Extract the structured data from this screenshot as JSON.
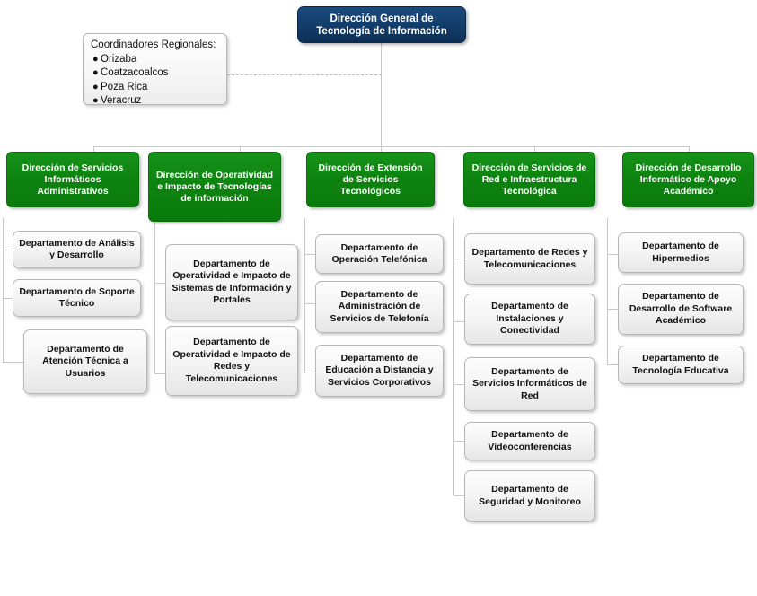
{
  "chart_title": "Organigrama - Direccion General de Tecnologia de Informacion",
  "colors": {
    "root_fill": "#123c68",
    "division_fill": "#0e8410",
    "department_fill": "#f4f4f4",
    "line": "#c8c8c8",
    "text_light": "#ffffff",
    "text_dark": "#111111",
    "background": "#ffffff"
  },
  "root": {
    "label": "Dirección General de Tecnología de Información"
  },
  "note": {
    "title": "Coordinadores Regionales:",
    "bullet_glyph": "●",
    "items": [
      {
        "label": "Orizaba"
      },
      {
        "label": "Coatzacoalcos"
      },
      {
        "label": "Poza Rica"
      },
      {
        "label": "Veracruz"
      }
    ]
  },
  "divisions": [
    {
      "label": "Dirección de Servicios Informáticos Administrativos",
      "departments": [
        {
          "label": "Departamento de Análisis y Desarrollo"
        },
        {
          "label": "Departamento de Soporte Técnico"
        },
        {
          "label": "Departamento de Atención Técnica a Usuarios"
        }
      ]
    },
    {
      "label": "Dirección de Operatividad e Impacto de Tecnologías de información",
      "departments": [
        {
          "label": "Departamento de Operatividad e Impacto de Sistemas de Información y Portales"
        },
        {
          "label": "Departamento de Operatividad e Impacto de Redes y Telecomunicaciones"
        }
      ]
    },
    {
      "label": "Dirección de Extensión de Servicios Tecnológicos",
      "departments": [
        {
          "label": "Departamento de Operación Telefónica"
        },
        {
          "label": "Departamento de Administración de Servicios de Telefonía"
        },
        {
          "label": "Departamento de Educación a Distancia y Servicios Corporativos"
        }
      ]
    },
    {
      "label": "Dirección de Servicios de Red e Infraestructura Tecnológica",
      "departments": [
        {
          "label": "Departamento de Redes y Telecomunicaciones"
        },
        {
          "label": "Departamento de Instalaciones y Conectividad"
        },
        {
          "label": "Departamento de Servicios Informáticos de Red"
        },
        {
          "label": "Departamento de Videoconferencias"
        },
        {
          "label": "Departamento de Seguridad y Monitoreo"
        }
      ]
    },
    {
      "label": "Dirección de Desarrollo Informático de Apoyo Académico",
      "departments": [
        {
          "label": "Departamento de Hipermedios"
        },
        {
          "label": "Departamento de Desarrollo de Software Académico"
        },
        {
          "label": "Departamento de Tecnología Educativa"
        }
      ]
    }
  ]
}
